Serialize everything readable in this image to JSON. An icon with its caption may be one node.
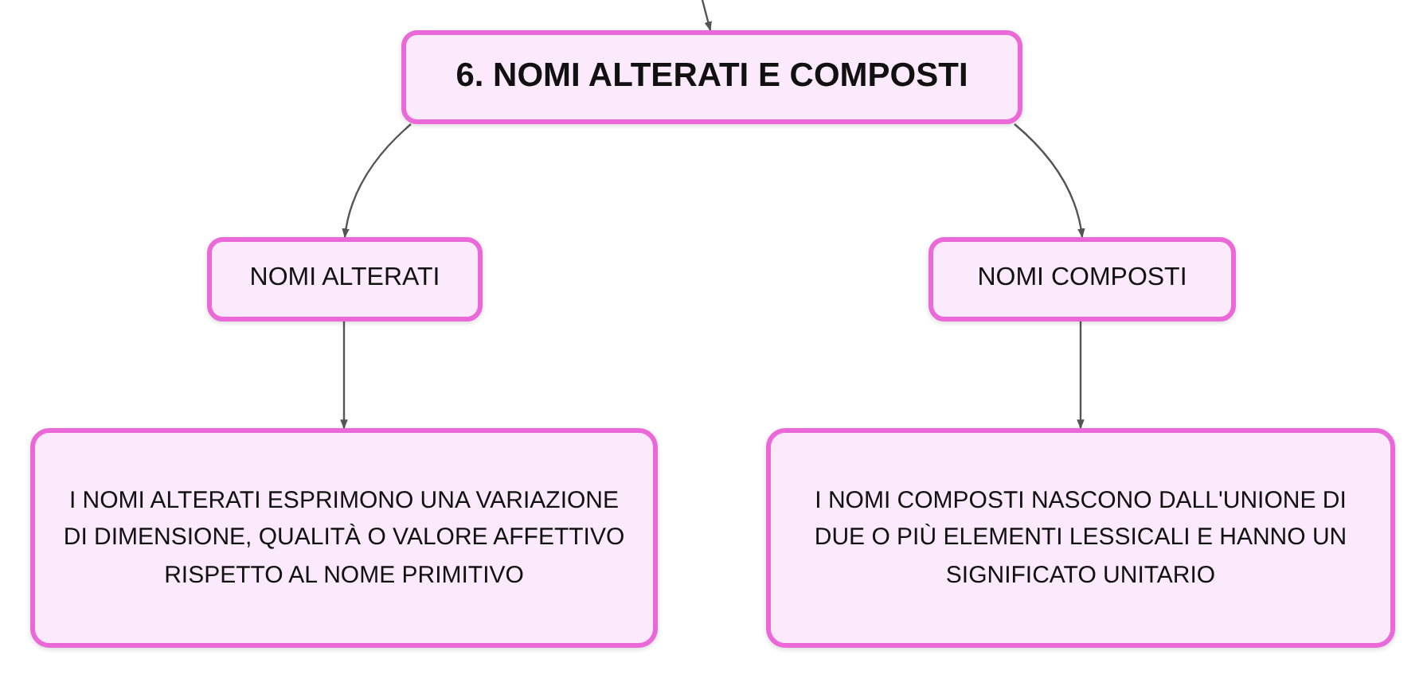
{
  "diagram": {
    "nodes": [
      {
        "text": [
          "6. NOMI ALTERATI E COMPOSTI"
        ]
      },
      {
        "text": [
          "NOMI ALTERATI"
        ]
      },
      {
        "text": [
          "NOMI COMPOSTI"
        ]
      },
      {
        "text": [
          "I NOMI ALTERATI ESPRIMONO UNA VARIAZIONE DI DIMENSIONE, QUALITÀ O VALORE AFFETTIVO RISPETTO AL NOME PRIMITIVO"
        ]
      },
      {
        "text": [
          "I NOMI COMPOSTI NASCONO DALL'UNIONE DI DUE O PIÙ ELEMENTI LESSICALI E HANNO UN SIGNIFICATO UNITARIO"
        ]
      }
    ],
    "edges": [
      {
        "from": null,
        "to": 0,
        "arrow": "to"
      },
      {
        "from": 0,
        "to": 1,
        "arrow": "to"
      },
      {
        "from": 0,
        "to": 2,
        "arrow": "to"
      },
      {
        "from": 1,
        "to": 3,
        "arrow": "to"
      },
      {
        "from": 2,
        "to": 4,
        "arrow": "to"
      }
    ]
  }
}
